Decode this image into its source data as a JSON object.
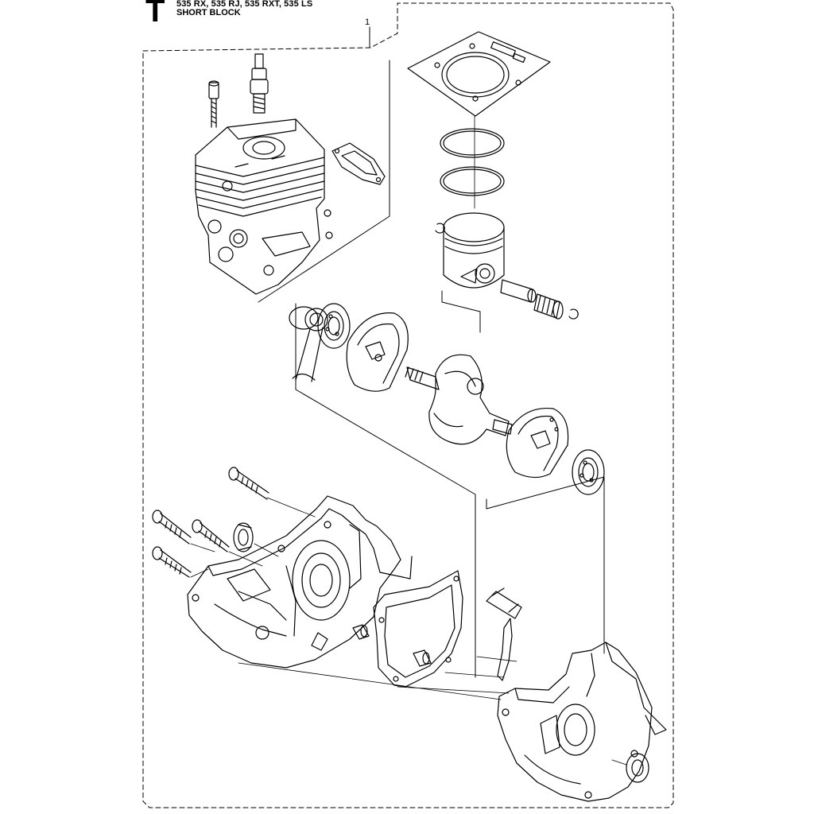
{
  "header": {
    "section_letter": "T",
    "models": "535 RX, 535 RJ, 535 RXT, 535 LS",
    "block_name": "SHORT BLOCK"
  },
  "callouts": {
    "assembly_ref": "1"
  }
}
